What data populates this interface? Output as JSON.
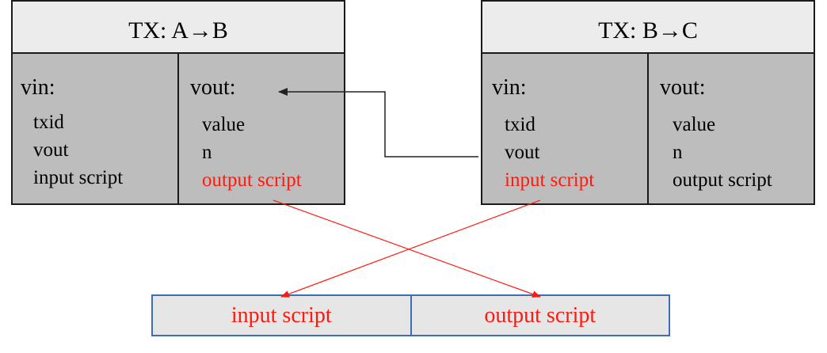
{
  "tx_ab": {
    "title": "TX: A→B",
    "vin": {
      "label": "vin:",
      "fields": [
        "txid",
        "vout",
        "input script"
      ]
    },
    "vout": {
      "label": "vout:",
      "fields": [
        "value",
        "n",
        "output script"
      ]
    }
  },
  "tx_bc": {
    "title": "TX: B→C",
    "vin": {
      "label": "vin:",
      "fields": [
        "txid",
        "vout",
        "input script"
      ]
    },
    "vout": {
      "label": "vout:",
      "fields": [
        "value",
        "n",
        "output script"
      ]
    }
  },
  "combined": {
    "left": "input script",
    "right": "output script"
  },
  "colors": {
    "highlight": "#ff1a0f",
    "box_fill": "#bdbdbd",
    "header_fill": "#ececec",
    "combined_border": "#3f6db4"
  }
}
